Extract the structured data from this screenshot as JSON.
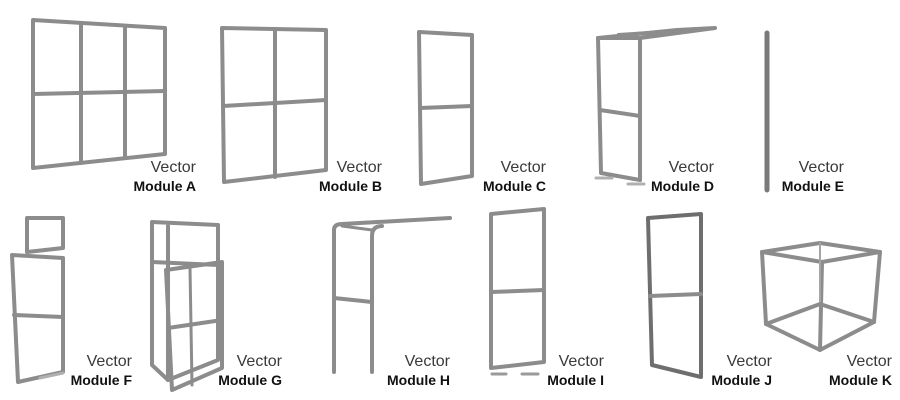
{
  "modules": [
    {
      "id": "A",
      "brand": "Vector",
      "name": "Module A"
    },
    {
      "id": "B",
      "brand": "Vector",
      "name": "Module B"
    },
    {
      "id": "C",
      "brand": "Vector",
      "name": "Module C"
    },
    {
      "id": "D",
      "brand": "Vector",
      "name": "Module D"
    },
    {
      "id": "E",
      "brand": "Vector",
      "name": "Module E"
    },
    {
      "id": "F",
      "brand": "Vector",
      "name": "Module F"
    },
    {
      "id": "G",
      "brand": "Vector",
      "name": "Module G"
    },
    {
      "id": "H",
      "brand": "Vector",
      "name": "Module H"
    },
    {
      "id": "I",
      "brand": "Vector",
      "name": "Module I"
    },
    {
      "id": "J",
      "brand": "Vector",
      "name": "Module J"
    },
    {
      "id": "K",
      "brand": "Vector",
      "name": "Module K"
    }
  ],
  "colors": {
    "frame": "#8f8f8f",
    "frame_dark": "#5a5a5a",
    "highlight": "#d8d8d8"
  }
}
